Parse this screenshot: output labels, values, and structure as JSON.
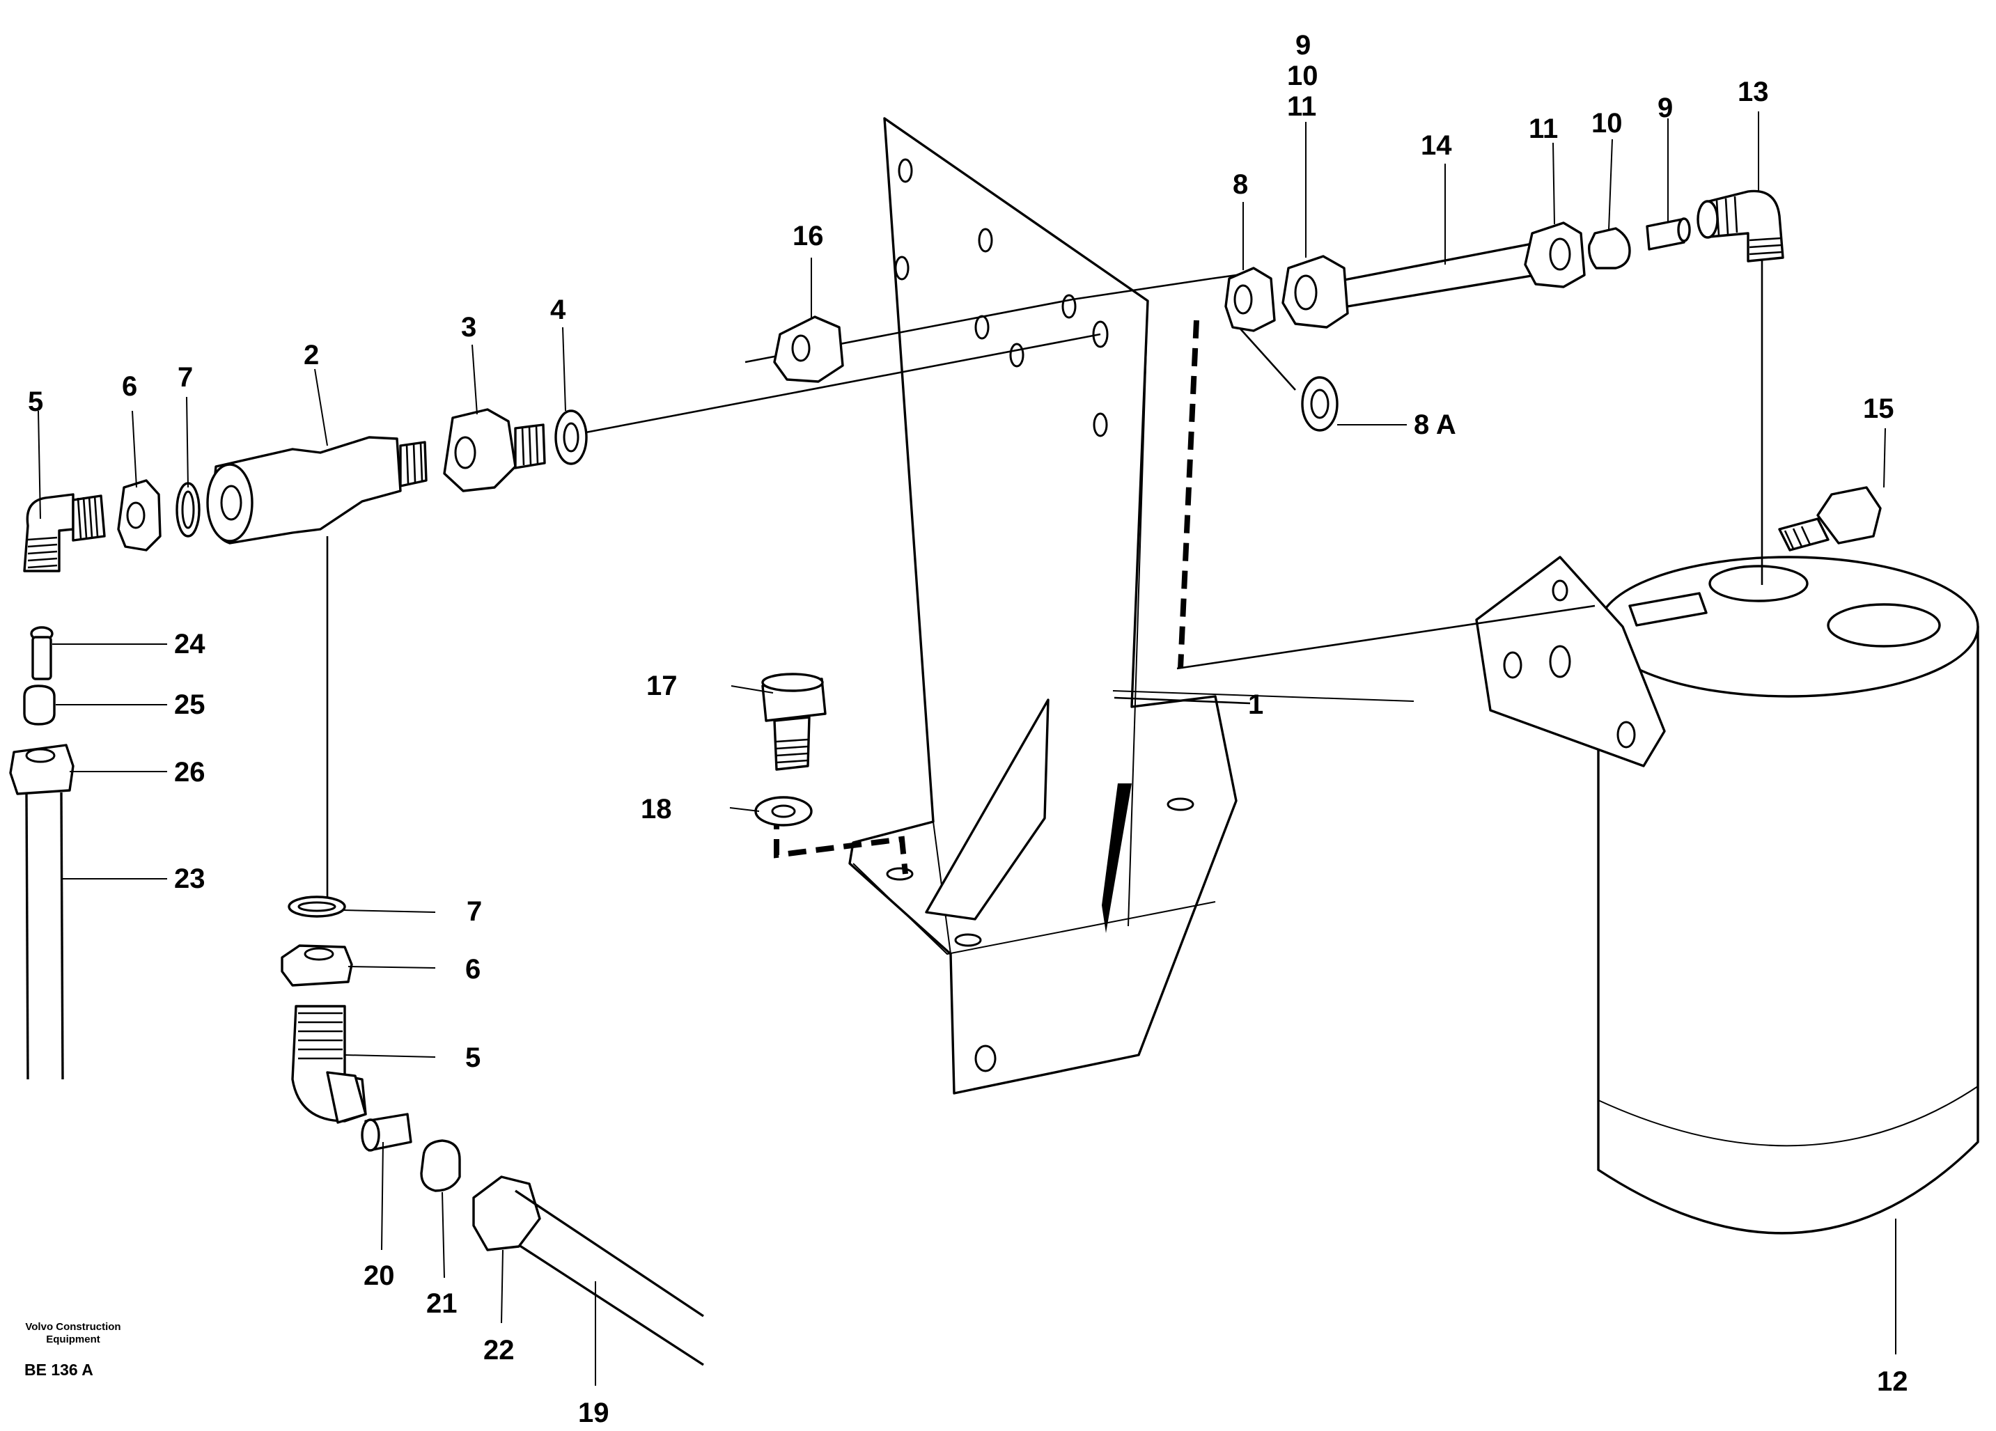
{
  "labels": {
    "l1": "1",
    "l2": "2",
    "l3": "3",
    "l4": "4",
    "l5a": "5",
    "l5b": "5",
    "l6a": "6",
    "l6b": "6",
    "l7a": "7",
    "l7b": "7",
    "l8": "8",
    "l8a": "8 A",
    "l9a": "9",
    "l9b": "9",
    "l10a": "10",
    "l10b": "10",
    "l11a": "11",
    "l11b": "11",
    "l12": "12",
    "l13": "13",
    "l14": "14",
    "l15": "15",
    "l16": "16",
    "l17": "17",
    "l18": "18",
    "l19": "19",
    "l20": "20",
    "l21": "21",
    "l22": "22",
    "l23": "23",
    "l24": "24",
    "l25": "25",
    "l26": "26"
  },
  "footer": {
    "caption_line1": "Volvo Construction",
    "caption_line2": "Equipment",
    "drawing_code": "BE 136 A"
  }
}
